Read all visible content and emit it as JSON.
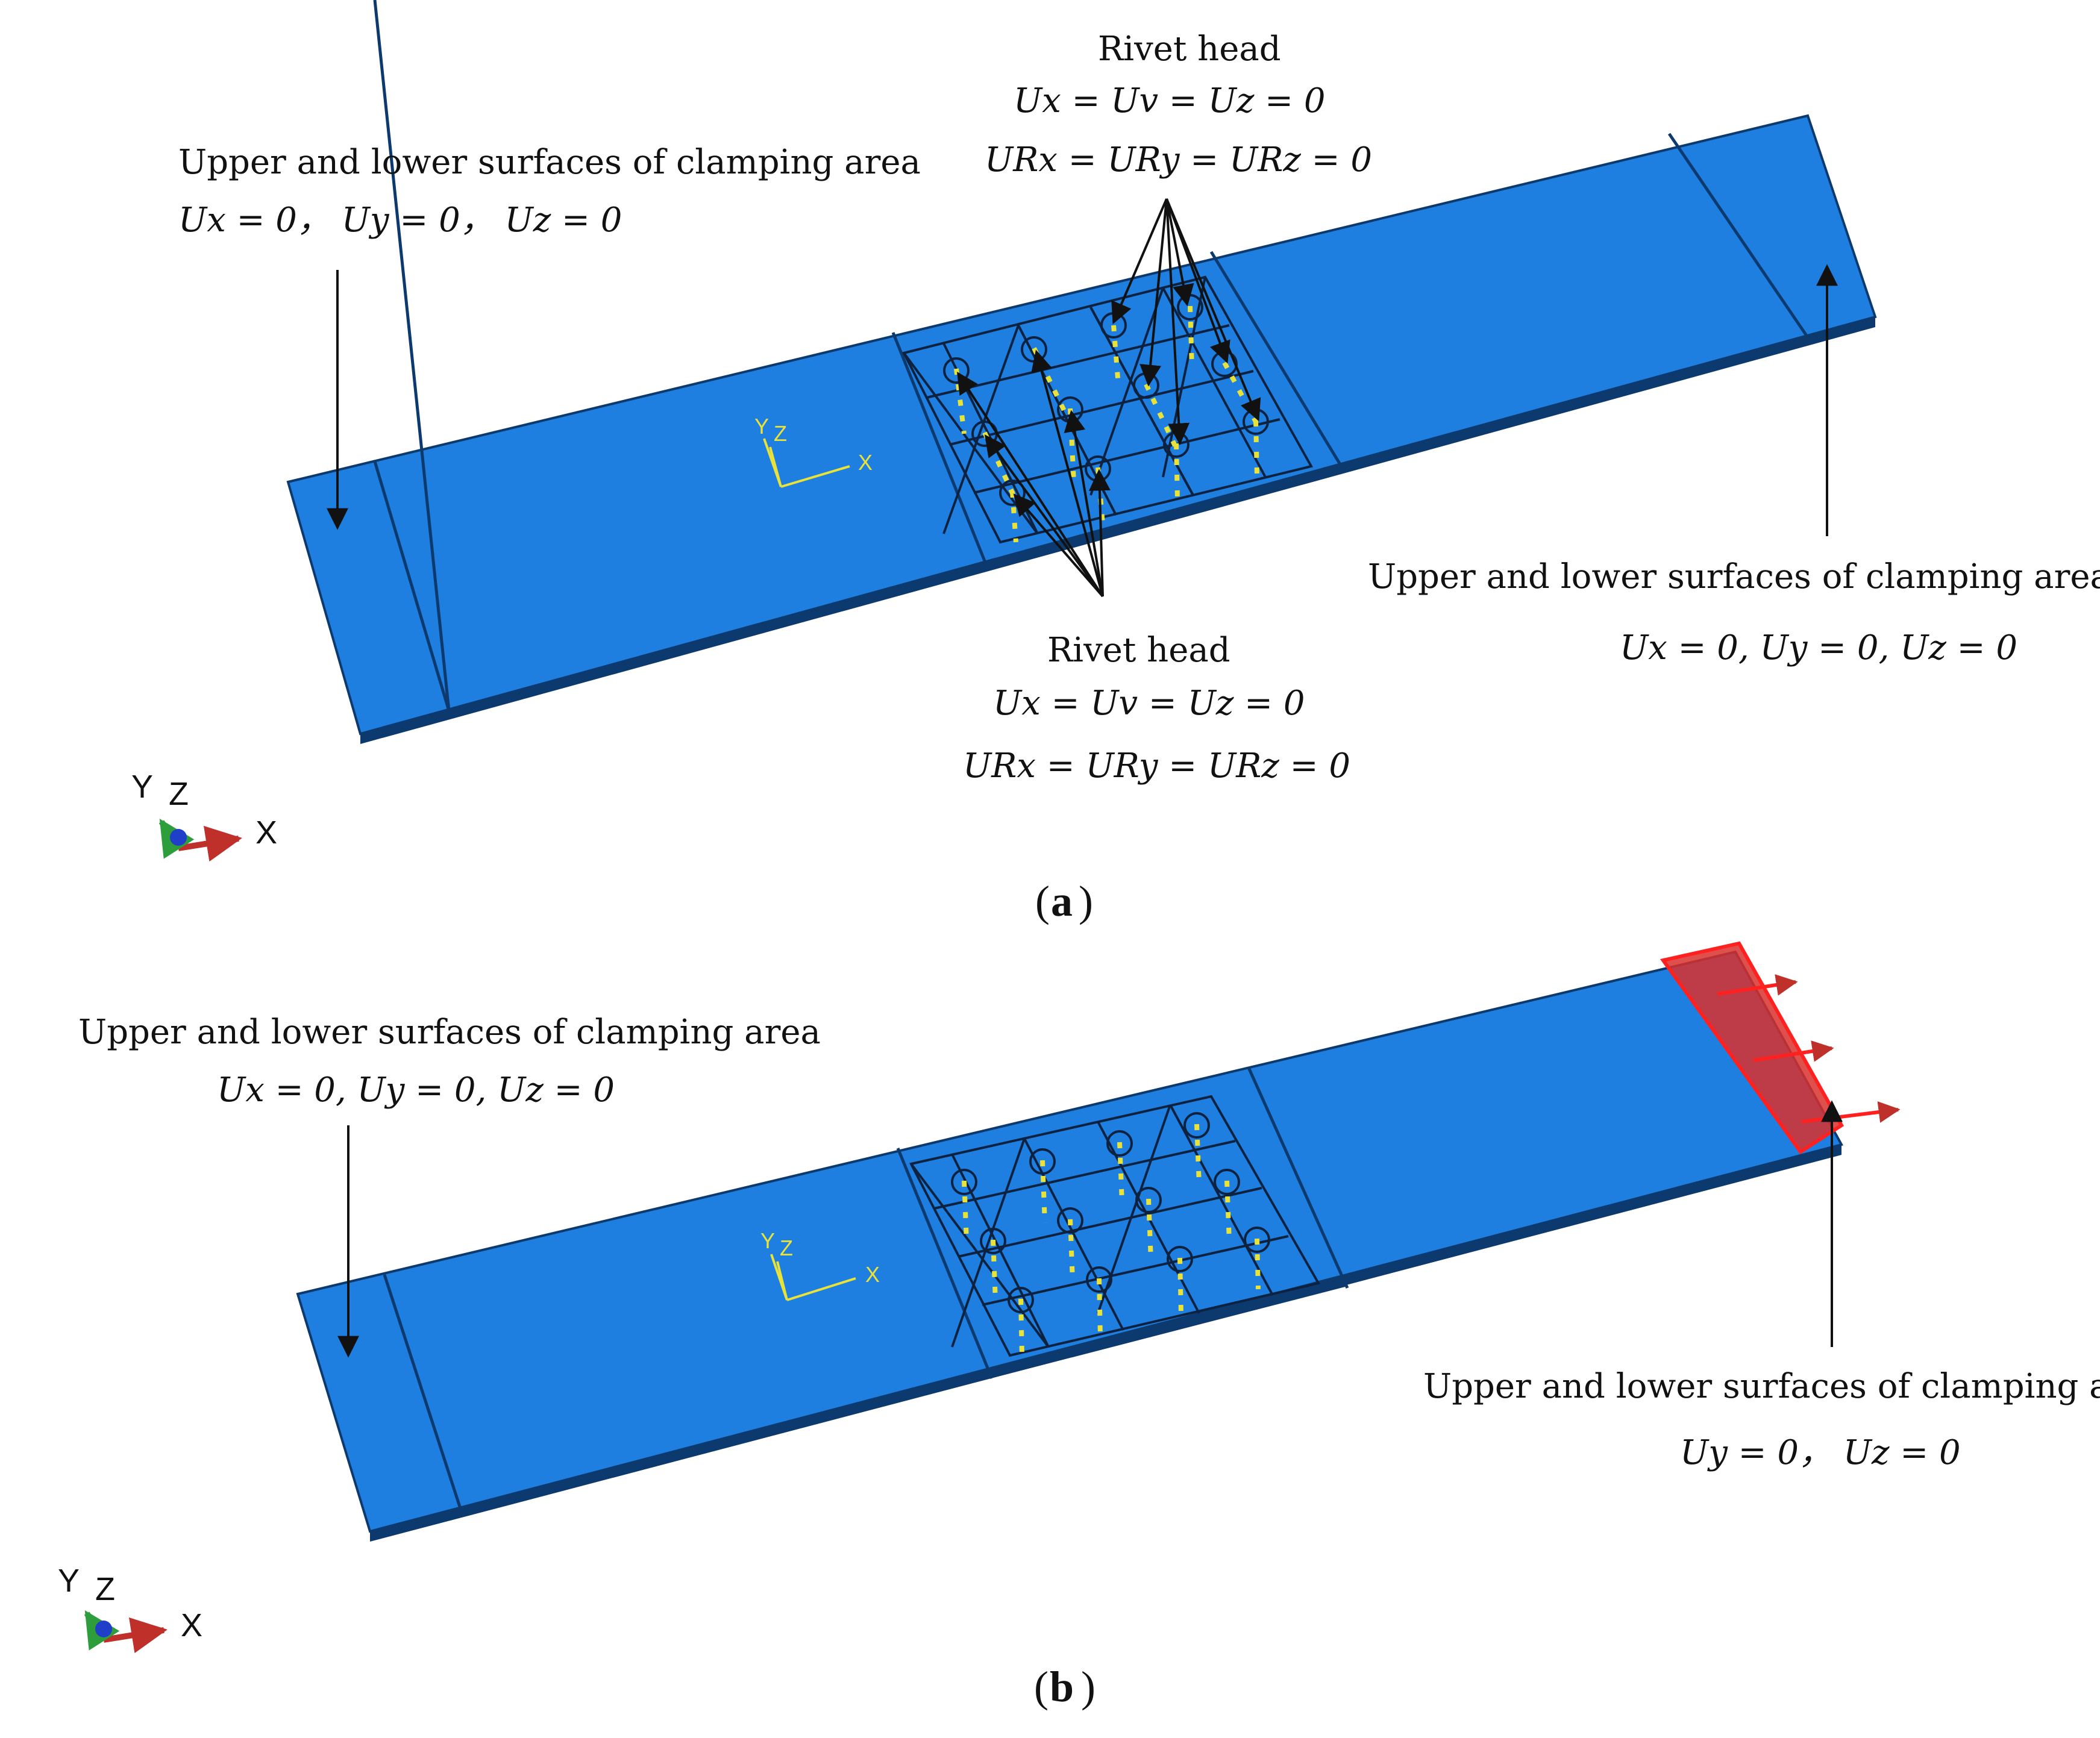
{
  "panel_a": {
    "caption": "a",
    "left_clamp": {
      "title": "Upper and lower surfaces of clamping area",
      "bc": "Ux = 0， Uy = 0， Uz = 0"
    },
    "right_clamp": {
      "title": "Upper and lower surfaces of clamping area",
      "bc": "Ux = 0, Uy = 0, Uz = 0"
    },
    "rivet_top": {
      "title": "Rivet head",
      "bc1": "Ux = Uv = Uz = 0",
      "bc2": "URx = URy = URz = 0"
    },
    "rivet_bottom": {
      "title": "Rivet head",
      "bc1": "Ux = Uv = Uz = 0",
      "bc2": "URx = URy = URz = 0"
    },
    "local_axes": {
      "y": "Y",
      "z": "Z",
      "x": "X"
    },
    "global_triad": {
      "y": "Y",
      "z": "Z",
      "x": "X"
    }
  },
  "panel_b": {
    "caption": "b",
    "left_clamp": {
      "title": "Upper and lower surfaces of clamping area",
      "bc": "Ux = 0, Uy = 0, Uz = 0"
    },
    "right_clamp": {
      "title": "Upper and lower surfaces of clamping area",
      "bc": "Uy = 0， Uz = 0"
    },
    "local_axes": {
      "y": "Y",
      "z": "Z",
      "x": "X"
    },
    "global_triad": {
      "y": "Y",
      "z": "Z",
      "x": "X"
    }
  },
  "colors": {
    "plate": "#1E7FE0",
    "plate_edge": "#0D3A6E",
    "rivet_dots": "#E8E23A",
    "load_region": "#D9302B",
    "axis_x": "#C0302A",
    "axis_y": "#2E9E3C",
    "axis_z": "#1F3FC8"
  }
}
